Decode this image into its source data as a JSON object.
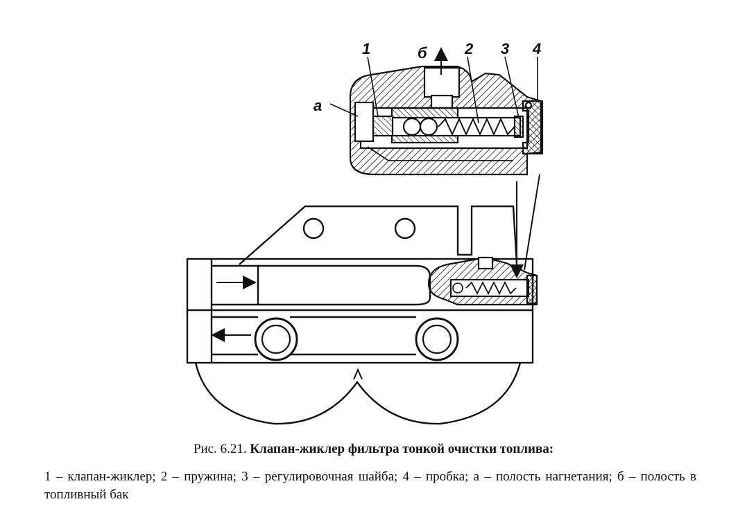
{
  "figure": {
    "labels": {
      "l1": "1",
      "l2": "2",
      "l3": "3",
      "l4": "4",
      "la": "а",
      "lb": "б"
    }
  },
  "caption": {
    "prefix": "Рис. 6.21.",
    "title": "Клапан-жиклер фильтра тонкой очистки топлива:"
  },
  "legend": {
    "text": "1 – клапан-жиклер; 2 – пружина; 3 – регулировочная шайба; 4 – пробка; а – полость нагнетания; б – полость в топливный бак"
  }
}
